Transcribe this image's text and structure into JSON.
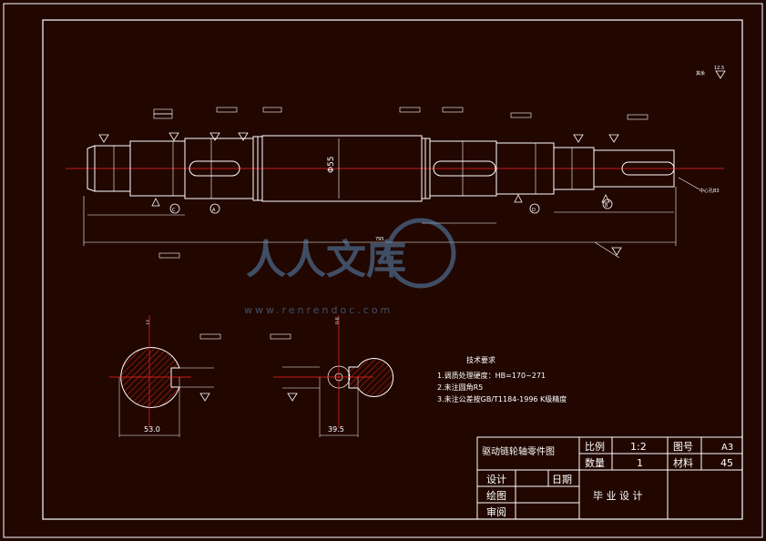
{
  "drawing": {
    "roughness_mark": "其余",
    "roughness_value": "12.5",
    "dim_phi55": "Φ55",
    "overall_length": "795",
    "section_a_dim": "53.0",
    "section_b_dim": "39.5",
    "section_a_label": "I-I",
    "section_b_label": "II-II",
    "center_mark": "中心孔B3",
    "datum_a": "A",
    "datum_b": "B",
    "datum_c": "C",
    "datum_d": "D"
  },
  "notes": {
    "title": "技术要求",
    "items": [
      "1.调质处理硬度：HB=170~271",
      "2.未注圆角R5",
      "3.未注公差按GB/T1184-1996 K级精度"
    ]
  },
  "title_block": {
    "part_name": "驱动链轮轴零件图",
    "scale_label": "比例",
    "scale_value": "1:2",
    "drawing_no_label": "图号",
    "drawing_no_value": "A3",
    "qty_label": "数量",
    "qty_value": "1",
    "material_label": "材料",
    "material_value": "45",
    "design_label": "设计",
    "date_label": "日期",
    "draw_label": "绘图",
    "review_label": "审阅",
    "project_label": "毕 业 设 计"
  },
  "watermark": {
    "text": "人人文库",
    "url": "www.renrendoc.com"
  }
}
